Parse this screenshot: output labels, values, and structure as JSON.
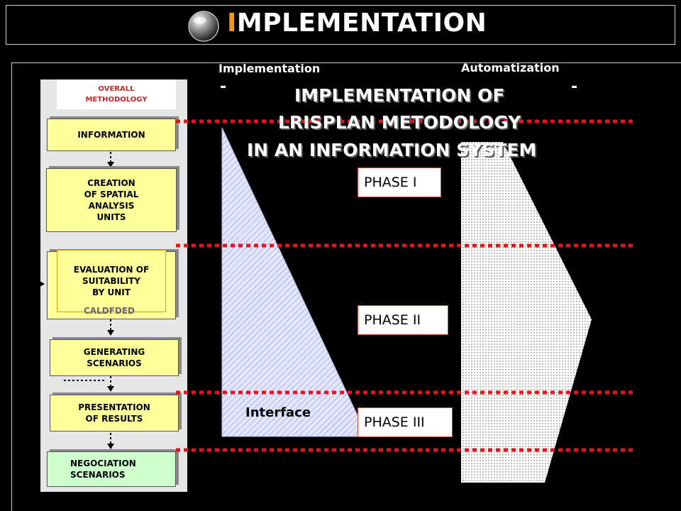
{
  "title": {
    "initial": "I",
    "rest": "MPLEMENTATION",
    "icon": "globe-icon"
  },
  "methodology": {
    "header": "OVERALL\nMETHODOLOGY",
    "steps": [
      "INFORMATION",
      "CREATION\nOF SPATIAL\nANALYSIS\nUNITS",
      "EVALUATION OF\nSUITABILITY\nBY UNIT",
      "GENERATING\nSCENARIOS",
      "PRESENTATION\nOF RESULTS",
      "NEGOCIATION\nSCENARIOS"
    ],
    "hidden_fragment": "CALDFDED"
  },
  "columns": {
    "implementation": "Implementation",
    "automatization": "Automatization",
    "dash": "-"
  },
  "heading": {
    "line1": "IMPLEMENTATION OF",
    "line2": "LRISPLAN METODOLOGY",
    "line3": "IN AN INFORMATION SYSTEM"
  },
  "phases": [
    "PHASE I",
    "PHASE II",
    "PHASE III"
  ],
  "interface_label": "Interface",
  "colors": {
    "accent": "#f7941d",
    "box_yellow": "#ffff99",
    "box_green": "#ccffcc",
    "divider_red": "#e8141b",
    "phase_border": "#e53935"
  }
}
